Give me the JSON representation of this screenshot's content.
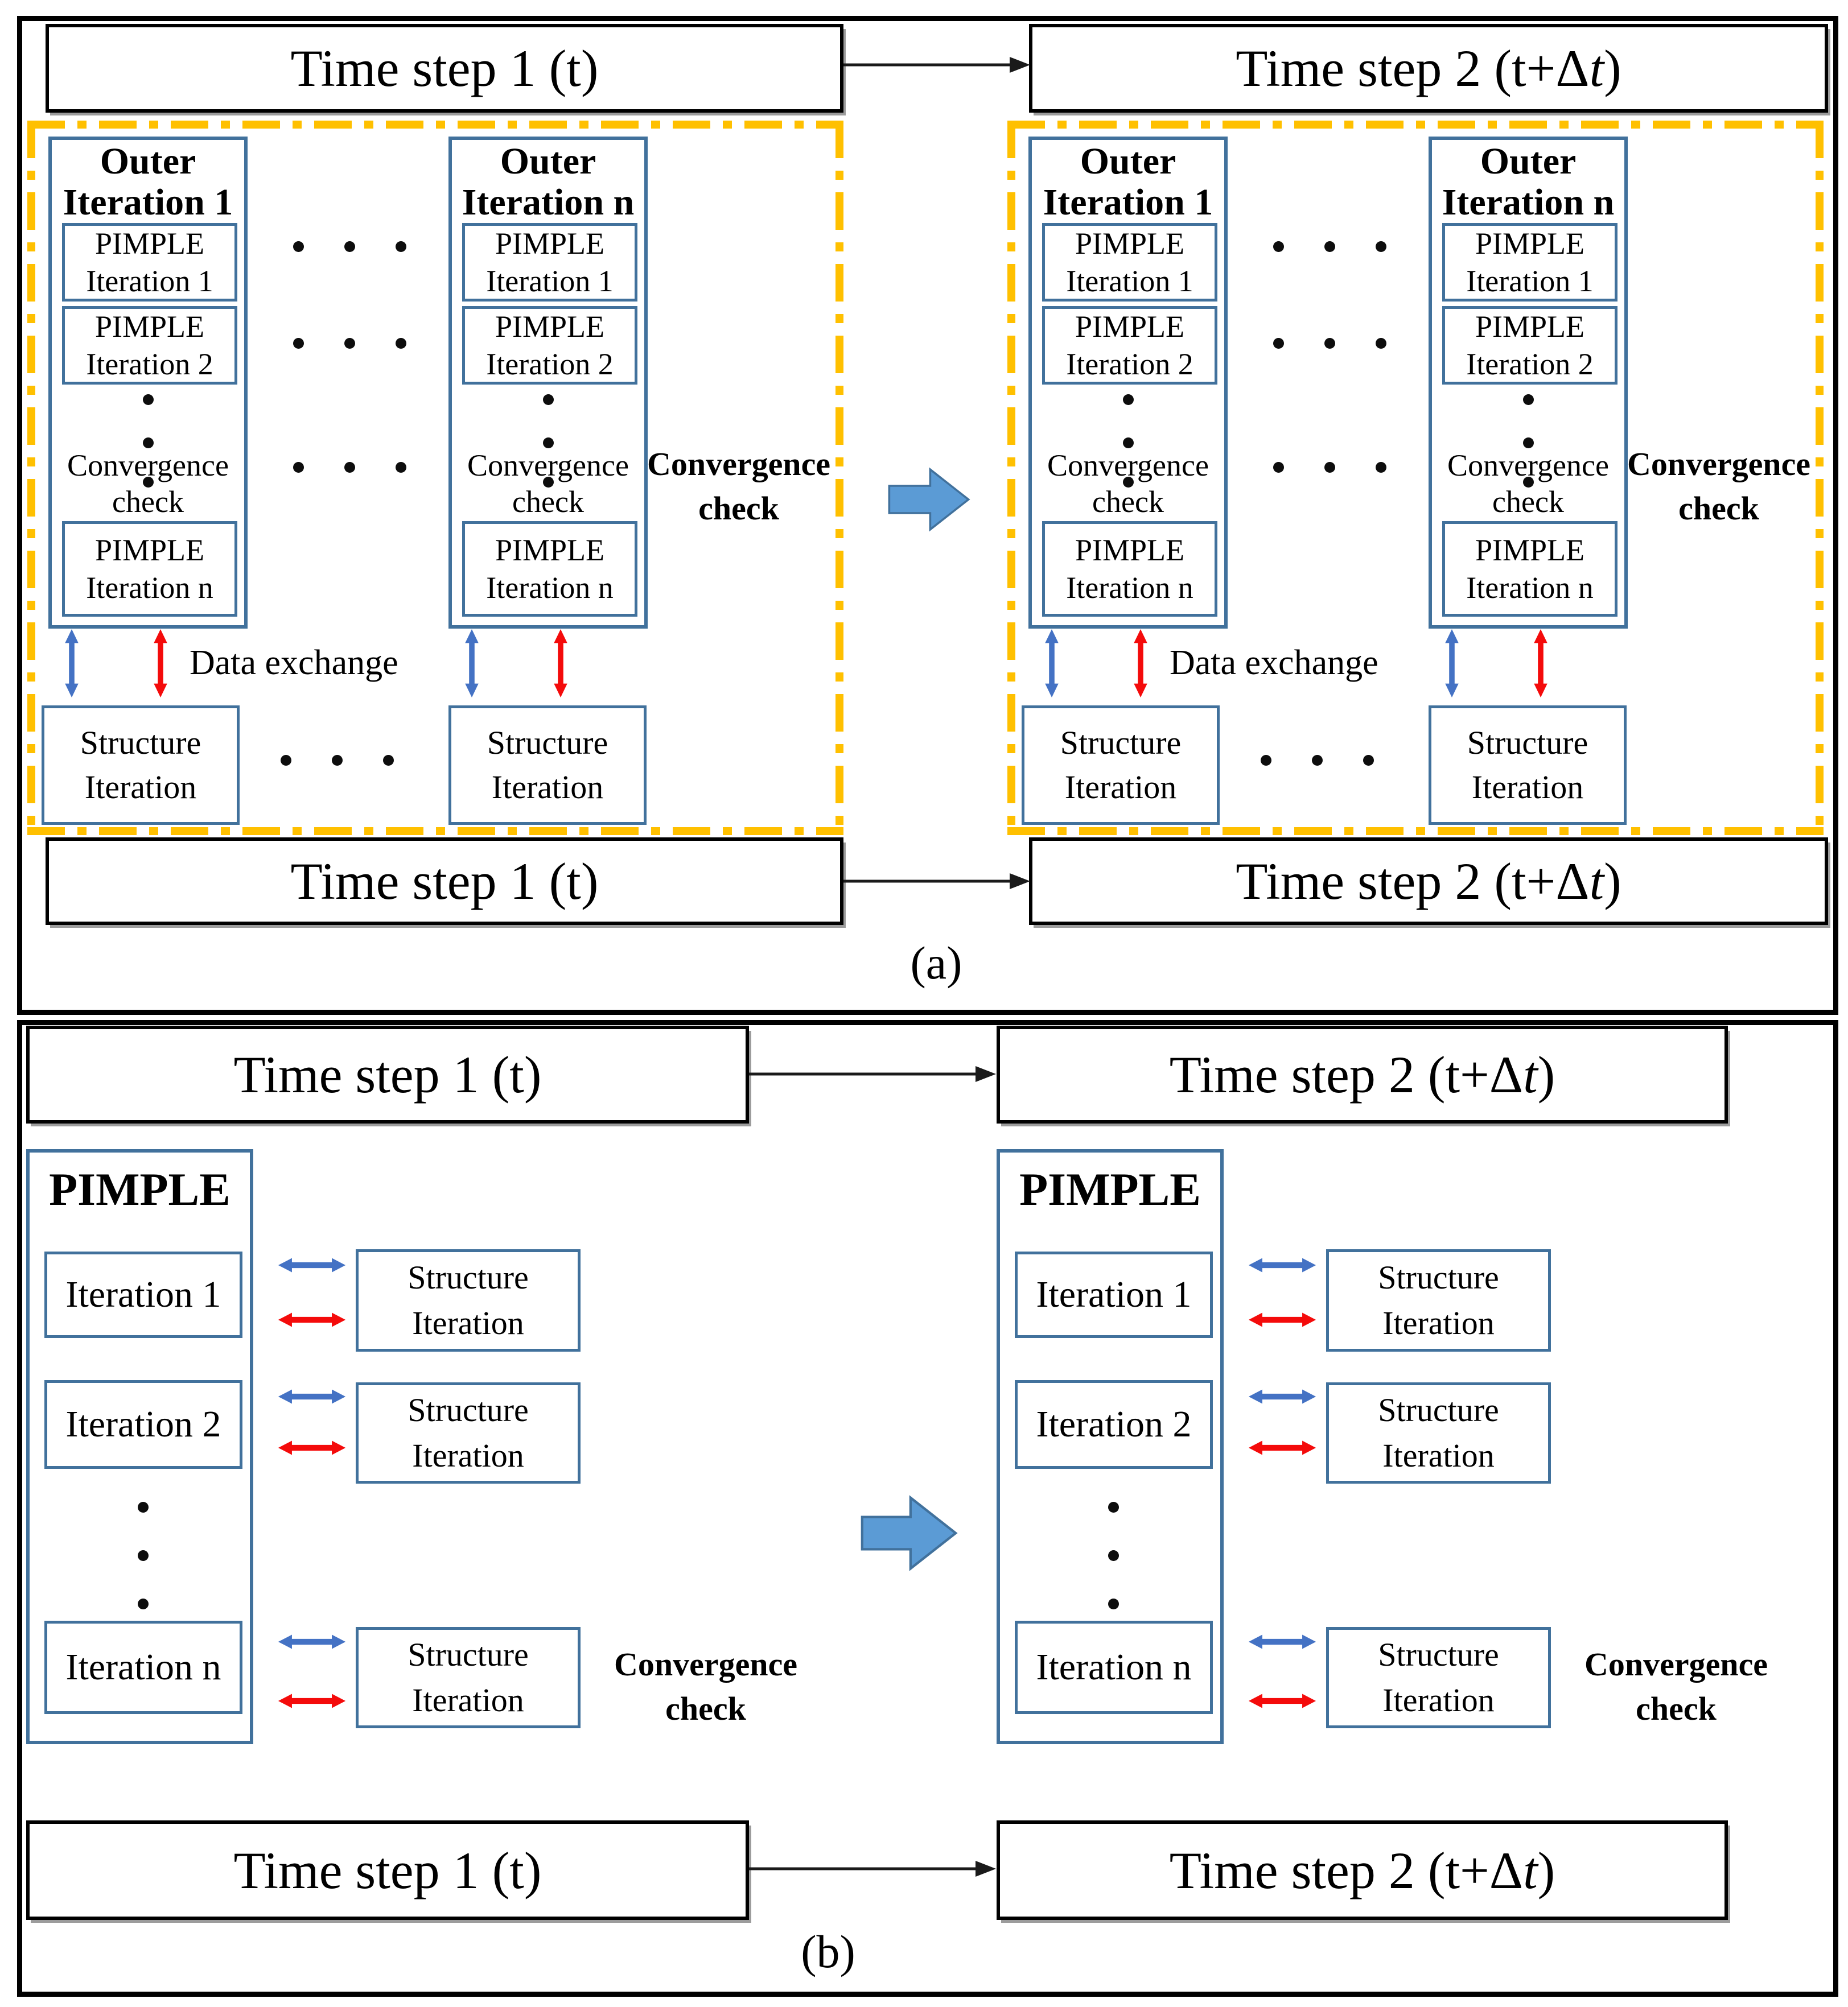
{
  "shared": {
    "time_step_1": "Time step 1 (t)",
    "time_step_2_prefix": "Time step 2 (t+Δ",
    "time_step_2_italic": "t",
    "time_step_2_suffix": ")",
    "convergence_line1": "Convergence",
    "convergence_line2": "check",
    "data_exchange": "Data exchange",
    "structure_line1": "Structure",
    "structure_line2": "Iteration"
  },
  "panel_a": {
    "caption": "(a)",
    "outer_iteration_1": {
      "line1": "Outer",
      "line2": "Iteration 1"
    },
    "outer_iteration_n": {
      "line1": "Outer",
      "line2": "Iteration n"
    },
    "pimple_iter_1": {
      "line1": "PIMPLE",
      "line2": "Iteration 1"
    },
    "pimple_iter_2": {
      "line1": "PIMPLE",
      "line2": "Iteration 2"
    },
    "pimple_iter_n": {
      "line1": "PIMPLE",
      "line2": "Iteration n"
    }
  },
  "panel_b": {
    "caption": "(b)",
    "pimple_title": "PIMPLE",
    "iteration_1": "Iteration 1",
    "iteration_2": "Iteration 2",
    "iteration_n": "Iteration n"
  },
  "colors": {
    "blue_box_border": "#41719c",
    "blue_arrow": "#4472c4",
    "red_arrow": "#f40b0b",
    "big_arrow_fill": "#5b9bd5",
    "big_arrow_border": "#41719c",
    "yellow_dash": "#ffc000",
    "outline_black": "#000000"
  }
}
